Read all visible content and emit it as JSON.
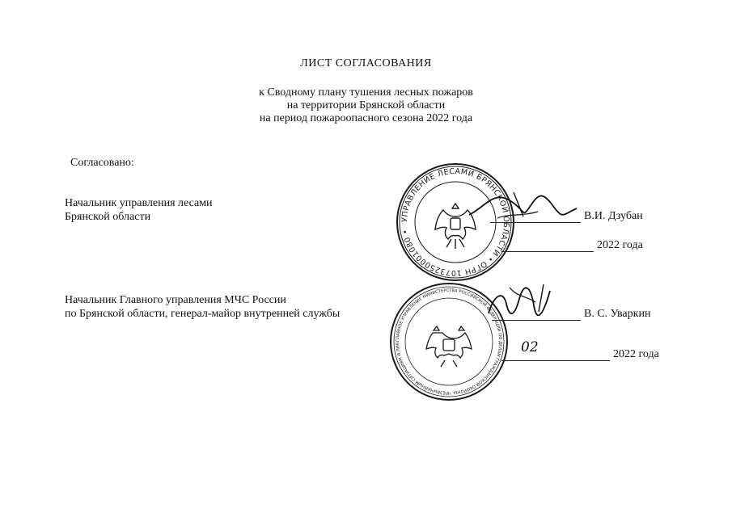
{
  "document": {
    "title": "ЛИСТ  СОГЛАСОВАНИЯ",
    "subtitle_lines": [
      "к Сводному плану тушения лесных пожаров",
      "на территории Брянской области",
      "на период пожароопасного сезона 2022 года"
    ],
    "agreed_label": "Согласовано:"
  },
  "approvals": [
    {
      "position_lines": [
        "Начальник управления лесами",
        "Брянской области"
      ],
      "name": "В.И. Дзубан",
      "date_text": "2022 года",
      "date_handwritten": ""
    },
    {
      "position_lines": [
        "Начальник Главного управления МЧС России",
        "по Брянской области, генерал-майор внутренней службы"
      ],
      "name": "В. С. Уваркин",
      "date_text": "2022 года",
      "date_handwritten": "02"
    }
  ],
  "stamps": [
    {
      "outer_text": "УПРАВЛЕНИЕ ЛЕСАМИ БРЯНСКОЙ ОБЛАСТИ • ОГРН 1073250001080 •"
    },
    {
      "outer_text": "ГЛАВНОЕ УПРАВЛЕНИЕ МИНИСТЕРСТВА РОССИЙСКОЙ ФЕДЕРАЦИИ ПО ДЕЛАМ ГРАЖДАНСКОЙ ОБОРОНЫ, ЧРЕЗВЫЧАЙНЫМ СИТУАЦИЯМ И ЛИКВИДАЦИИ ПОСЛЕДСТВИЙ СТИХИЙНЫХ БЕДСТВИЙ ПО БРЯНСКОЙ ОБЛАСТИ"
    }
  ],
  "colors": {
    "ink": "#111111",
    "stamp": "#1a1a1a"
  }
}
